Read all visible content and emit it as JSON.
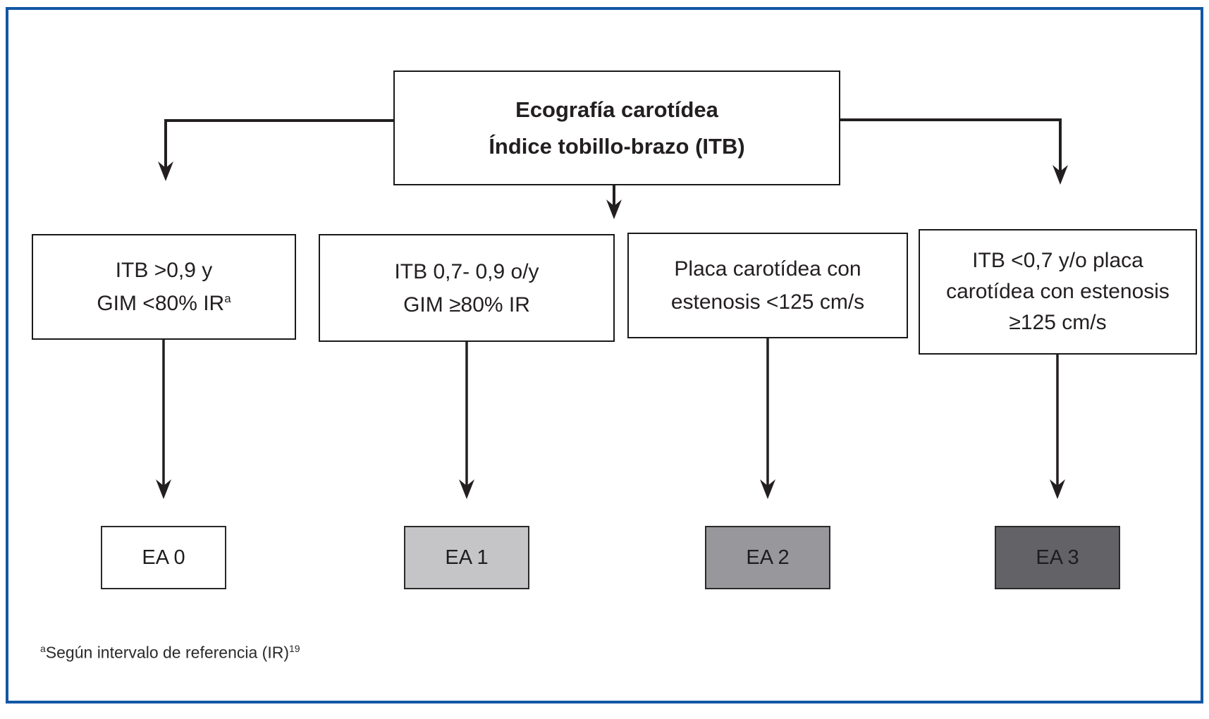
{
  "diagram": {
    "root": {
      "line1": "Ecografía carotídea",
      "line2": "Índice tobillo-brazo (ITB)"
    },
    "branches": [
      {
        "lines": [
          "ITB >0,9 y",
          "GIM <80% IR"
        ],
        "line2_sup": "a",
        "result": "EA 0",
        "fill": "#ffffff"
      },
      {
        "lines": [
          "ITB 0,7- 0,9 o/y",
          "GIM ≥80% IR"
        ],
        "result": "EA 1",
        "fill": "#c5c5c7"
      },
      {
        "lines": [
          "Placa carotídea con",
          "estenosis <125 cm/s"
        ],
        "result": "EA 2",
        "fill": "#98989c"
      },
      {
        "lines": [
          "ITB <0,7 y/o placa",
          "carotídea con estenosis",
          "≥125 cm/s"
        ],
        "result": "EA 3",
        "fill": "#636367"
      }
    ],
    "footnote": {
      "marker": "a",
      "text": "Según intervalo de referencia (IR)",
      "reference": "19"
    },
    "colors": {
      "frame_blue": "#1257a5",
      "line_black": "#231f20",
      "text_black": "#231f20"
    }
  }
}
